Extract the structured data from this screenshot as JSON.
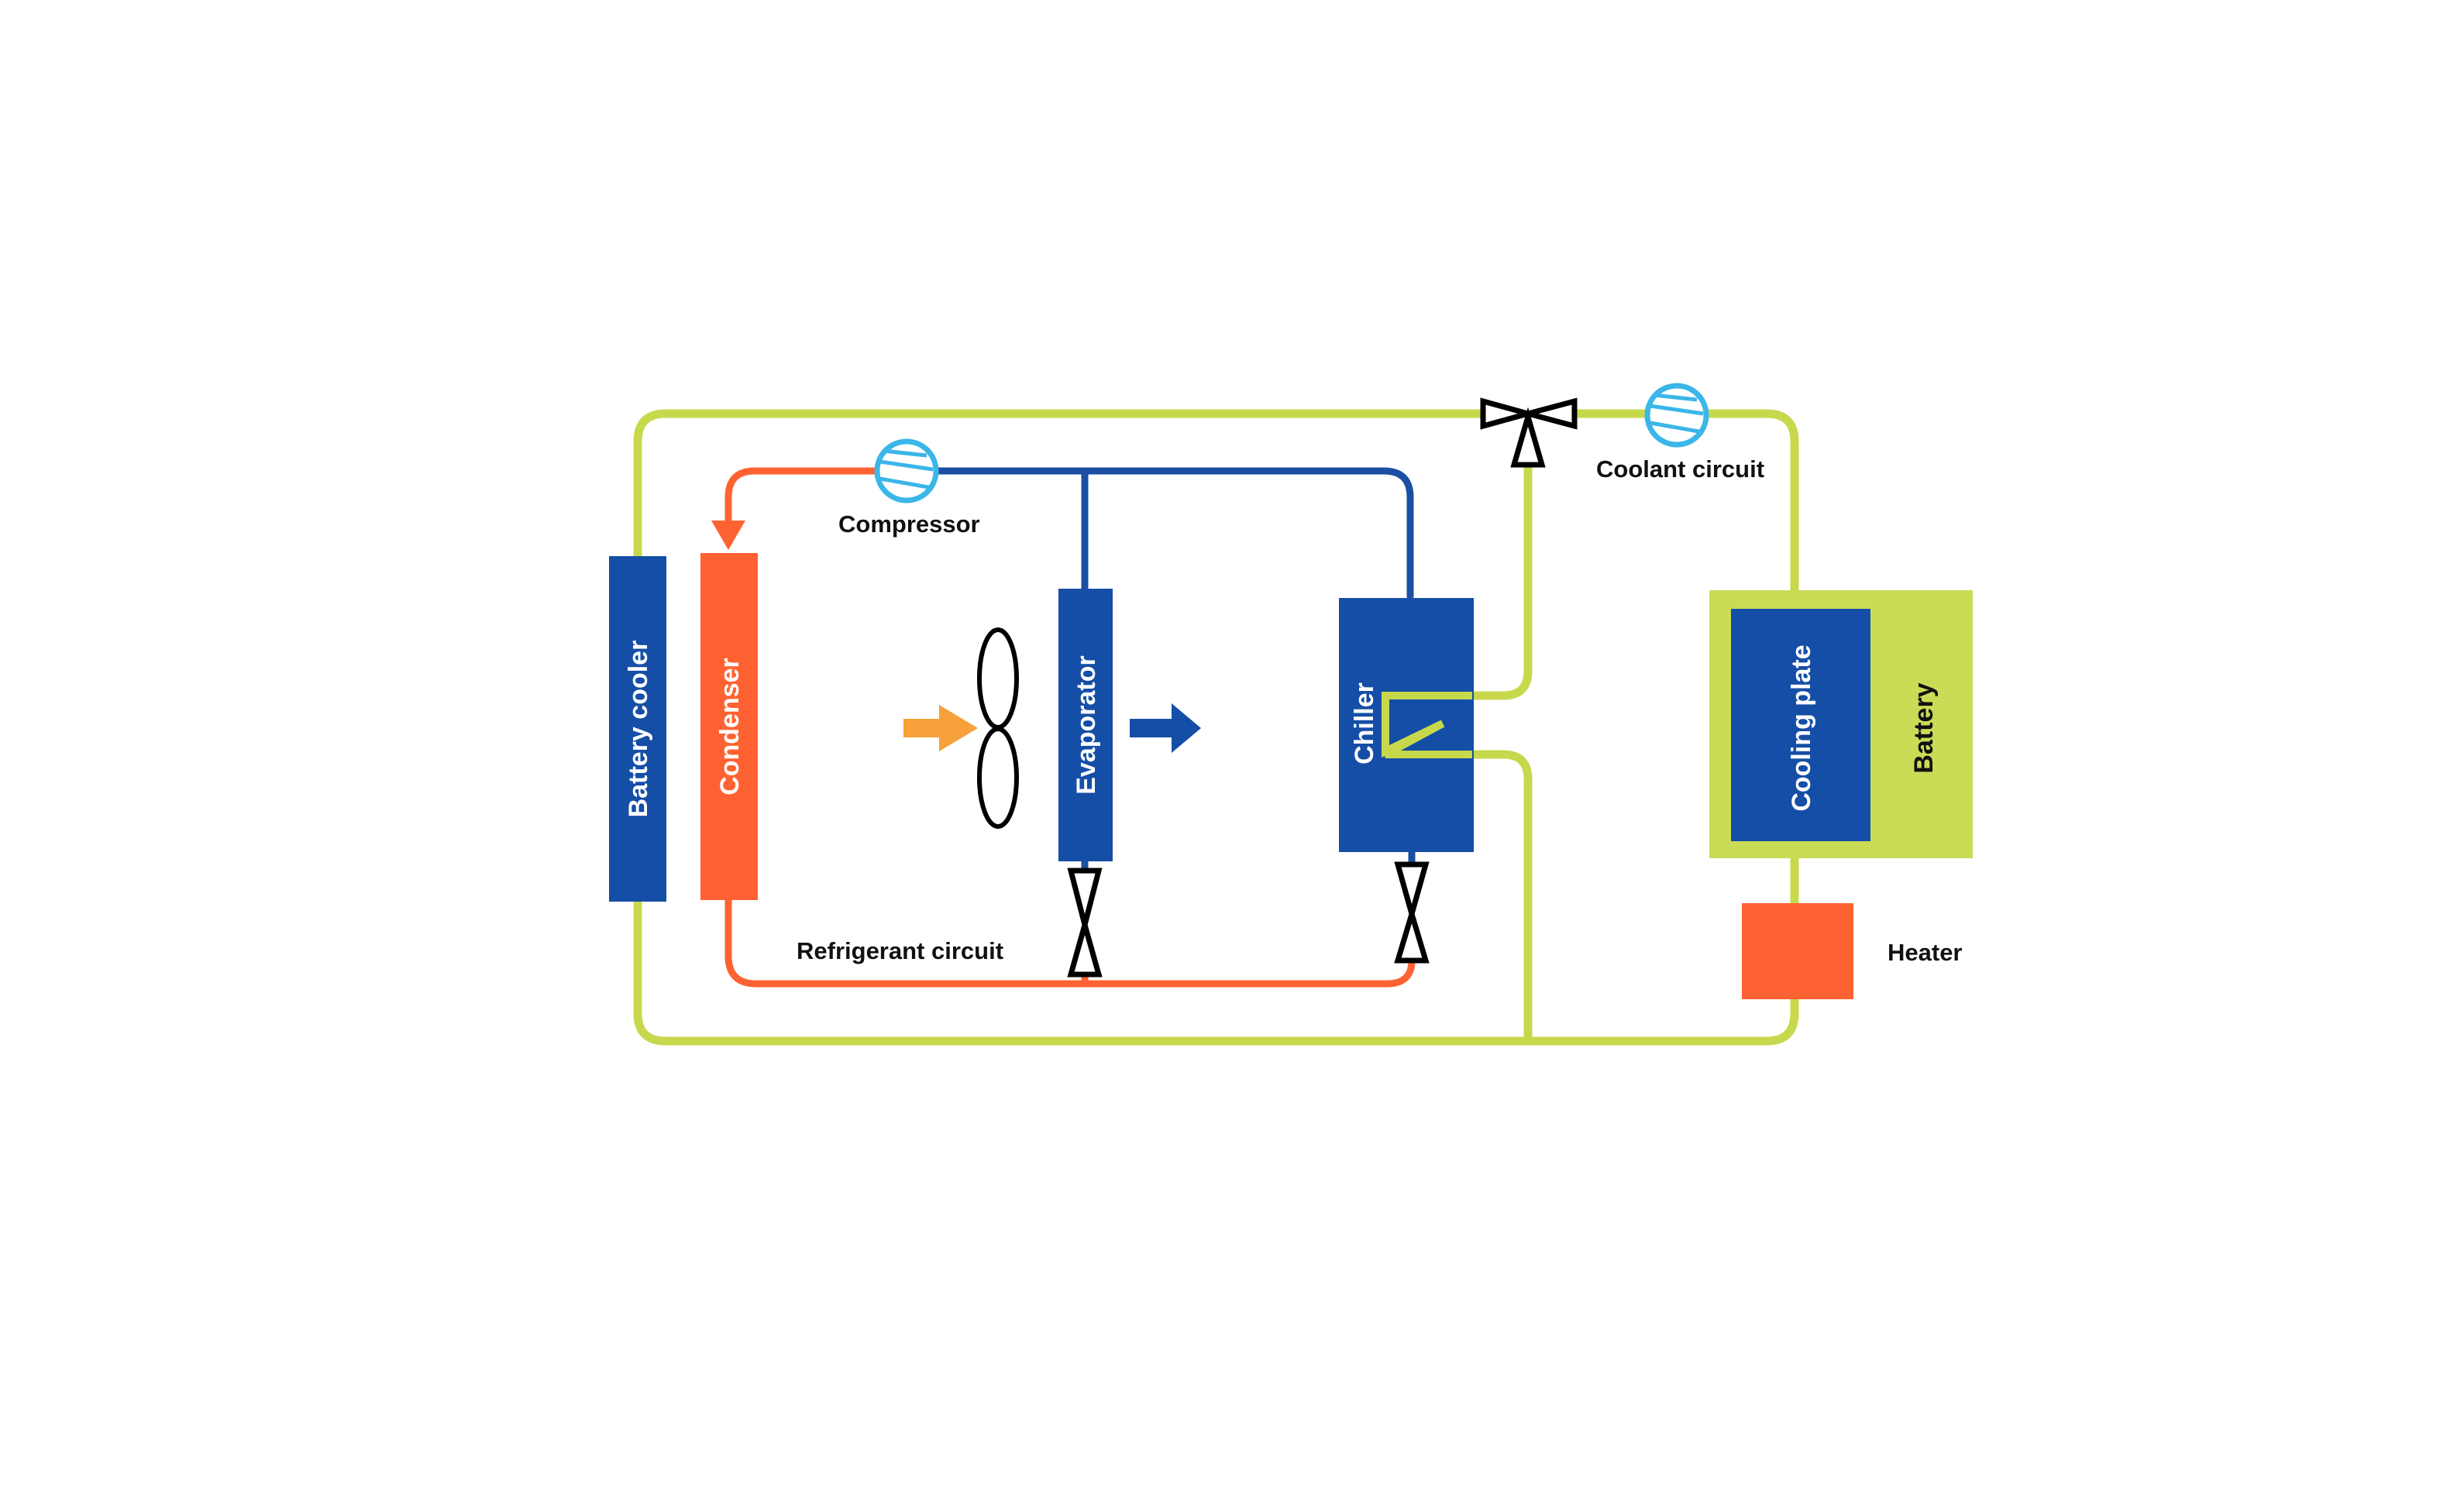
{
  "colors": {
    "coolant": "#c8d84c",
    "refrigerant": "#ff6232",
    "refrigerant_blue": "#1a4fa3",
    "component_blue": "#154ea6",
    "battery_green": "#cadb56",
    "compressor_icon": "#3ab6e8",
    "air_in_arrow": "#f6a13a",
    "valve_outline": "#000000"
  },
  "labels": {
    "battery_cooler": "Battery cooler",
    "condenser": "Condenser",
    "evaporator": "Evaporator",
    "chiller": "Chiller",
    "cooling_plate": "Cooling plate",
    "battery": "Battery",
    "compressor": "Compressor",
    "coolant_circuit": "Coolant circuit",
    "refrigerant_circuit": "Refrigerant circuit",
    "heater": "Heater"
  },
  "icons": {
    "compressor": "compressor-icon",
    "coolant_pump": "pump-icon",
    "fan": "fan-icon",
    "expansion_valve": "valve-icon",
    "three_way_valve": "three-way-valve-icon",
    "air_in": "arrow-right-icon",
    "air_out": "arrow-right-icon"
  }
}
